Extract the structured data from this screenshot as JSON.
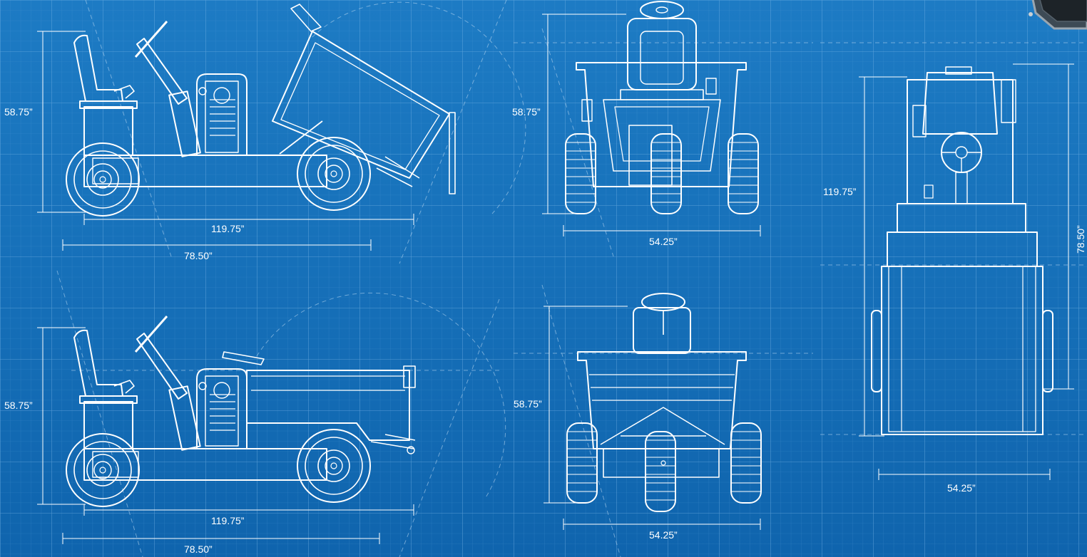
{
  "colors": {
    "background_top": "#1d7bc4",
    "background_bottom": "#0f64ad",
    "grid_line": "#5aa3dc",
    "line": "#ffffff"
  },
  "views": {
    "side_tipped": {
      "height_label": "58.75”",
      "length_label": "119.75”",
      "wheelbase_label": "78.50”"
    },
    "side_level": {
      "height_label": "58.75”",
      "length_label": "119.75”",
      "wheelbase_label": "78.50”"
    },
    "front": {
      "height_label": "58.75”",
      "width_label": "54.25”"
    },
    "rear": {
      "height_label": "58.75”",
      "width_label": "54.25”"
    },
    "top": {
      "length_label": "119.75”",
      "width_label": "54.25”",
      "wheelbase_label": "78.50”"
    }
  },
  "icons": [
    "logo-badge-icon",
    "cr-emblem-icon",
    "steering-wheel-icon"
  ]
}
